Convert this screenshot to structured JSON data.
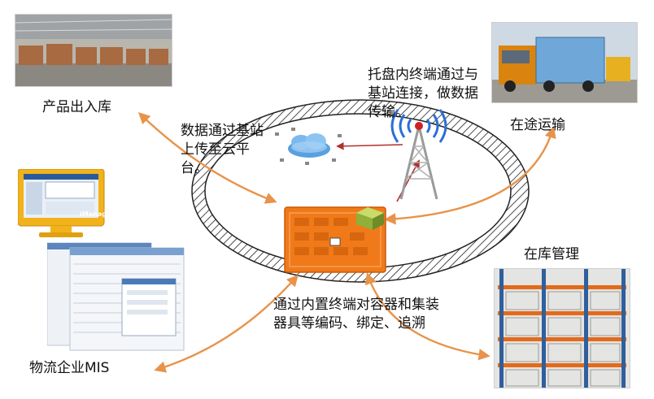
{
  "labels": {
    "product_inout": "产品出入库",
    "in_transit": "在途运输",
    "in_stock": "在库管理",
    "logistics_mis": "物流企业MIS",
    "upload_cloud": "数据通过基站上传至云平台。",
    "pallet_terminal": "托盘内终端通过与基站连接，做数据传输。",
    "container_encoding": "通过内置终端对容器和集装器具等编码、绑定、追溯"
  },
  "monitor_brand": "iManager",
  "colors": {
    "arrow": "#e8934a",
    "signal_arrow": "#b03030",
    "pallet": "#f07a1a",
    "terminal": "#8fb03a",
    "cloud": "#5aa0e0",
    "hatch": "#222222"
  },
  "icons": [
    "cloud-icon",
    "signal-tower-icon",
    "pallet-icon",
    "terminal-icon",
    "monitor-icon"
  ]
}
